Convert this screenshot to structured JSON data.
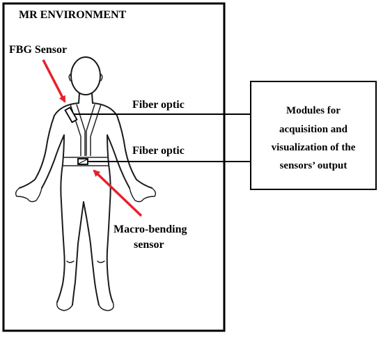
{
  "environment": {
    "title": "MR ENVIRONMENT"
  },
  "labels": {
    "fbg_sensor": "FBG Sensor",
    "fiber_optic_1": "Fiber optic",
    "fiber_optic_2": "Fiber optic",
    "macro_bending_line1": "Macro-bending",
    "macro_bending_line2": "sensor"
  },
  "modules_box": {
    "lines": [
      "Modules for",
      "acquisition and",
      "visualization of the",
      "sensors’ output"
    ]
  },
  "colors": {
    "arrow": "#e8202a",
    "stroke": "#000000",
    "background": "#ffffff"
  }
}
